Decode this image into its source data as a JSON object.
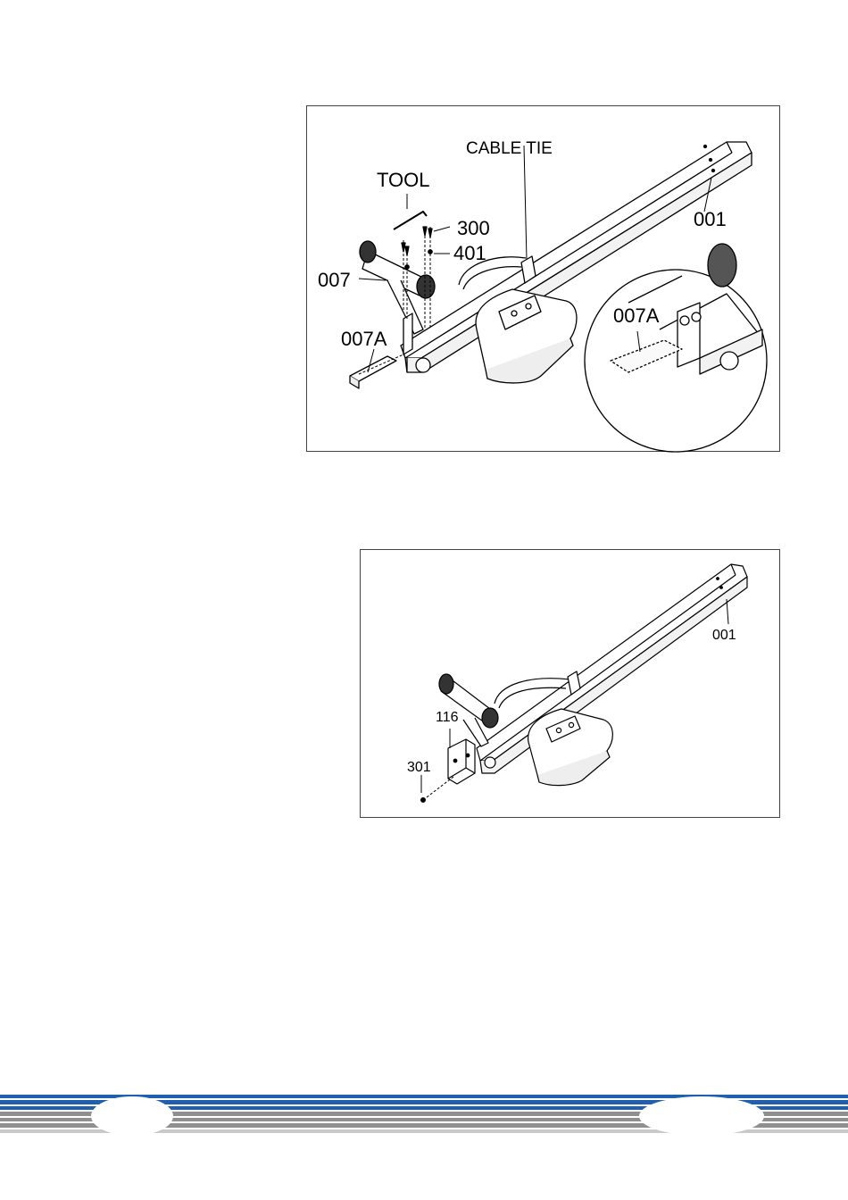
{
  "figure1": {
    "callouts": {
      "cable_tie": "CABLE TIE",
      "tool": "TOOL",
      "part_300": "300",
      "part_401": "401",
      "part_001": "001",
      "part_007": "007",
      "part_007a": "007A",
      "detail_007a": "007A"
    }
  },
  "figure2": {
    "callouts": {
      "part_001": "001",
      "part_116": "116",
      "part_301": "301"
    }
  },
  "colors": {
    "stripe_blue": "#1f5fae",
    "stripe_gray": "#8f8f8f",
    "stripe_light": "#c9c9c9",
    "line": "#000000"
  }
}
